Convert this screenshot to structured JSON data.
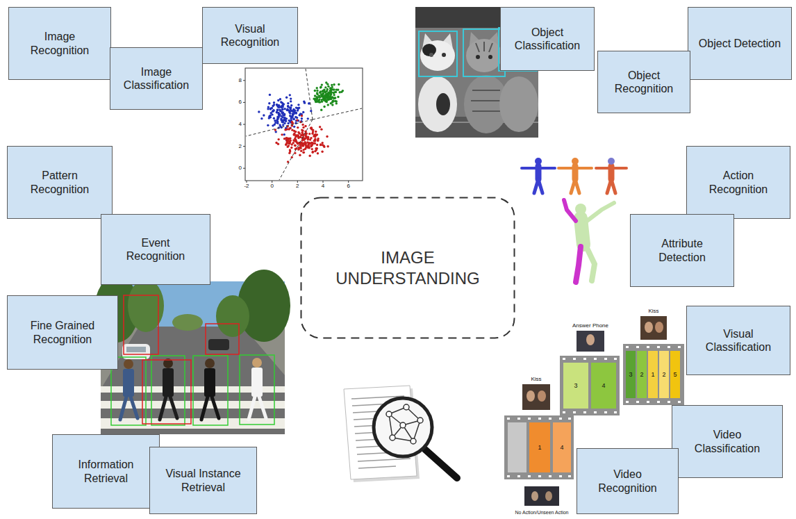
{
  "diagram": {
    "nodes": [
      {
        "text": [
          "Image Recognition"
        ]
      },
      {
        "text": [
          "Visual Recognition"
        ]
      },
      {
        "text": [
          "Object Classification"
        ]
      },
      {
        "text": [
          "Object Detection"
        ]
      },
      {
        "text": [
          "Image Classification"
        ]
      },
      {
        "text": [
          "Object Recognition"
        ]
      },
      {
        "text": [
          "Pattern Recognition"
        ]
      },
      {
        "text": [
          "Action Recognition"
        ]
      },
      {
        "text": [
          "Event Recognition"
        ]
      },
      {
        "text": [
          "Attribute Detection"
        ]
      },
      {
        "text": [
          "IMAGE UNDERSTANDING"
        ]
      },
      {
        "text": [
          "Fine Grained Recognition"
        ]
      },
      {
        "text": [
          "Visual Classification"
        ]
      },
      {
        "text": [
          "Video Classification"
        ]
      },
      {
        "text": [
          "Information Retrieval"
        ]
      },
      {
        "text": [
          "Visual Instance Retrieval"
        ]
      },
      {
        "text": [
          "Video Recognition"
        ]
      }
    ],
    "labels": [
      "-2",
      "0",
      "2",
      "4",
      "6",
      "0",
      "2",
      "4",
      "6",
      "8",
      "Kiss",
      "Answer Phone",
      "Kiss",
      "1",
      "4",
      "3",
      "4",
      "3",
      "2",
      "1",
      "2",
      "5",
      "No Action/Unseen Action"
    ]
  }
}
